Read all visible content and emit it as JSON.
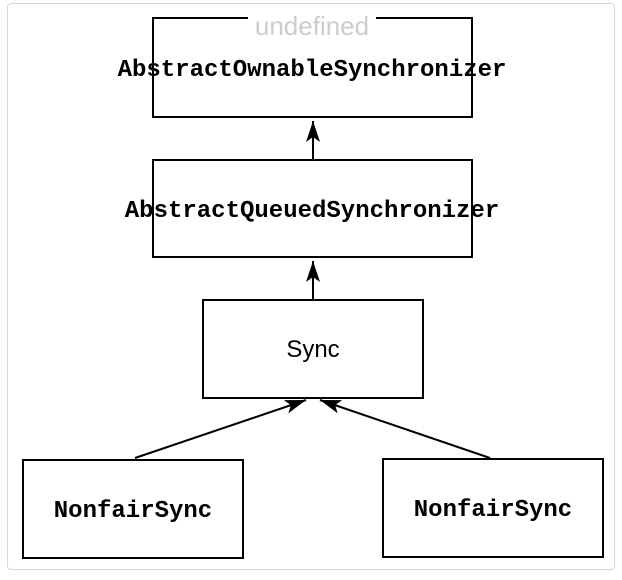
{
  "diagram": {
    "overlay_label": "undefined",
    "nodes": [
      {
        "label": "AbstractOwnableSynchronizer"
      },
      {
        "label": "AbstractQueuedSynchronizer"
      },
      {
        "label": "Sync"
      },
      {
        "label": "NonfairSync"
      },
      {
        "label": "NonfairSync"
      }
    ],
    "edges": [
      {
        "from": "AbstractQueuedSynchronizer",
        "to": "AbstractOwnableSynchronizer",
        "style": "solid-arrow-up"
      },
      {
        "from": "Sync",
        "to": "AbstractQueuedSynchronizer",
        "style": "solid-arrow-up"
      },
      {
        "from": "NonfairSync (left)",
        "to": "Sync",
        "style": "solid-arrow-up"
      },
      {
        "from": "NonfairSync (right)",
        "to": "Sync",
        "style": "solid-arrow-up"
      }
    ],
    "colors": {
      "node_border": "#000000",
      "node_fill": "#ffffff",
      "label_text": "#000000",
      "overlay_text": "#cccccc",
      "frame_border": "#d6d6d6",
      "background": "#ffffff"
    }
  }
}
